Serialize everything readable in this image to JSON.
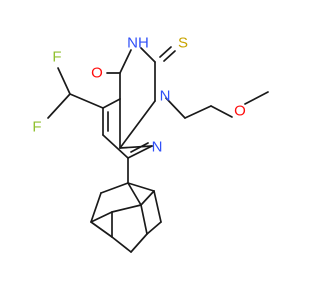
{
  "molecule": {
    "atoms": [
      {
        "id": "O4",
        "symbol": "O",
        "label": "O",
        "color": "#ff0d0d"
      },
      {
        "id": "NH3",
        "symbol": "N",
        "label": "NH",
        "color": "#3050f8"
      },
      {
        "id": "S2",
        "symbol": "S",
        "label": "S",
        "color": "#c8a400"
      },
      {
        "id": "F1",
        "symbol": "F",
        "label": "F",
        "color": "#90c030"
      },
      {
        "id": "F2",
        "symbol": "F",
        "label": "F",
        "color": "#90c030"
      },
      {
        "id": "N1",
        "symbol": "N",
        "label": "N",
        "color": "#3050f8"
      },
      {
        "id": "N8",
        "symbol": "N",
        "label": "N",
        "color": "#3050f8"
      },
      {
        "id": "Oe",
        "symbol": "O",
        "label": "O",
        "color": "#ff0d0d"
      }
    ],
    "bond_color": "#1a1a1a"
  }
}
